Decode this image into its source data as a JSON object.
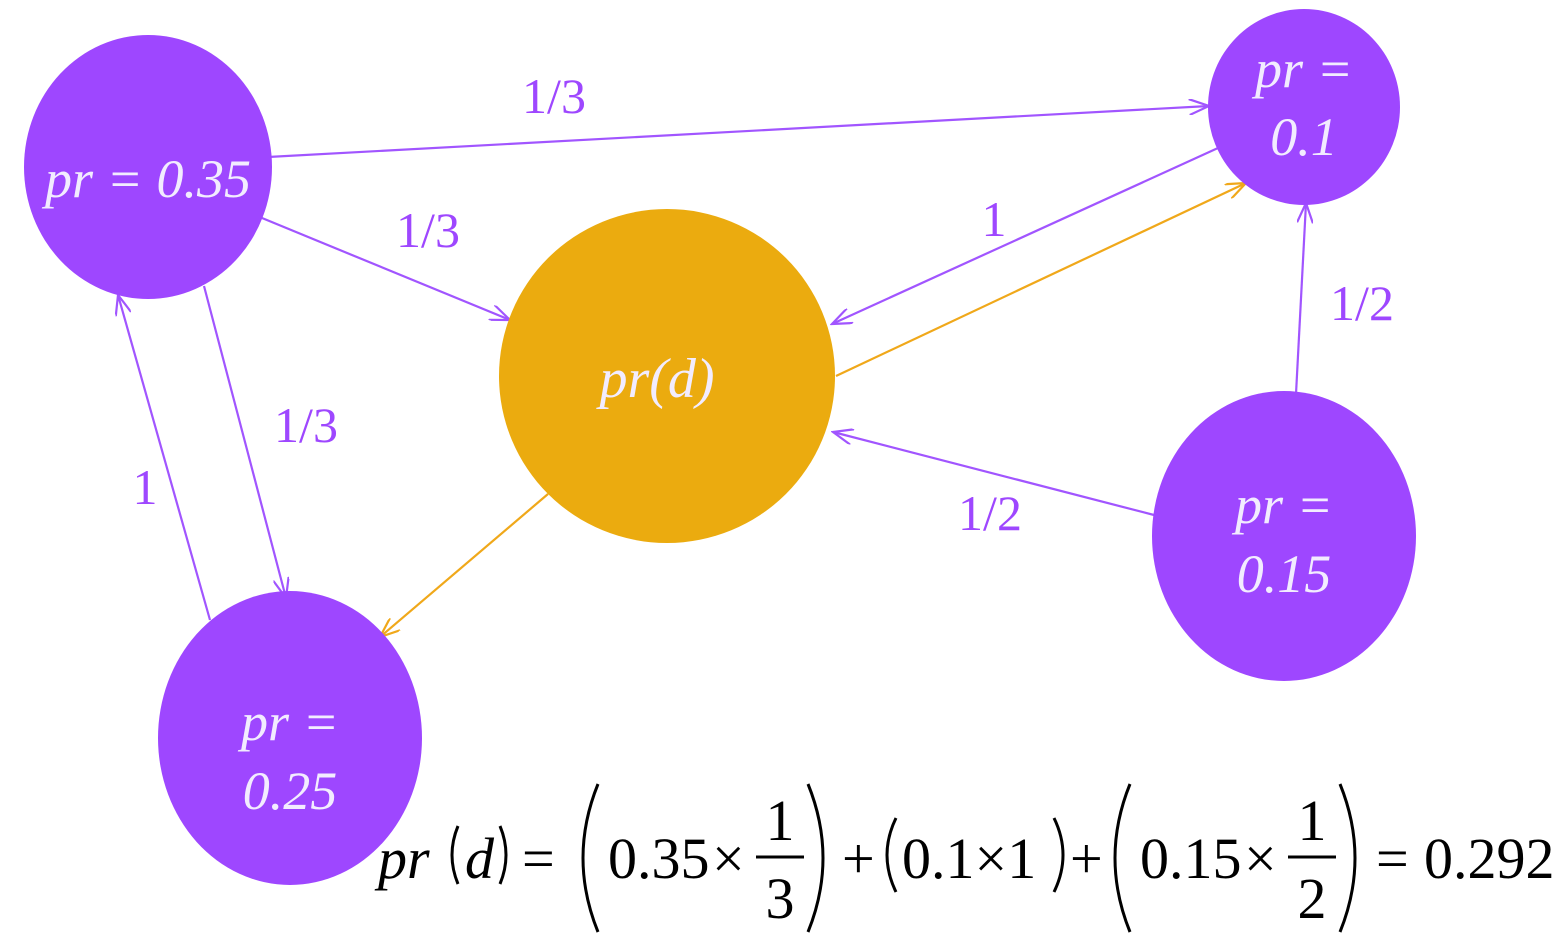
{
  "colors": {
    "node_fill": "#9e47ff",
    "target_node_fill": "#ebab0f",
    "node_text": "#f2ecff",
    "edge_purple": "#a155ff",
    "edge_orange": "#f0a81a",
    "edge_label": "#9e47ff",
    "formula_text": "#000000"
  },
  "nodes": {
    "node_a": {
      "line1": "pr = 0.35"
    },
    "node_b": {
      "line1": "pr =",
      "line2": "0.1"
    },
    "node_c": {
      "line1": "pr =",
      "line2": "0.15"
    },
    "node_e": {
      "line1": "pr =",
      "line2": "0.25"
    },
    "node_d": {
      "line1": "pr(d)"
    }
  },
  "edges": {
    "a_to_b": "1/3",
    "a_to_d": "1/3",
    "a_to_e": "1/3",
    "e_to_a": "1",
    "b_to_d": "1",
    "c_to_b": "1/2",
    "c_to_d": "1/2"
  },
  "formula": {
    "lhs_pr": "pr",
    "lhs_d": "d",
    "equals": "=",
    "term1_value": "0.35",
    "times": "×",
    "term1_num": "1",
    "term1_den": "3",
    "plus": "+",
    "term2": "0.1×1",
    "term3_value": "0.15",
    "term3_num": "1",
    "term3_den": "2",
    "result": "0.292"
  }
}
